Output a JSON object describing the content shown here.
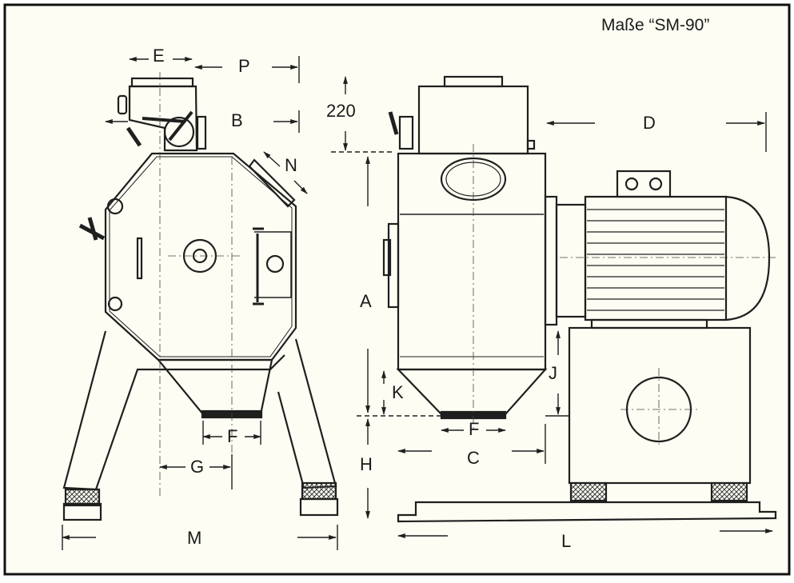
{
  "title": "Maße “SM-90”",
  "colors": {
    "background": "#fdfdf3",
    "ink": "#1f1f1f",
    "frame": "#111111"
  },
  "labels": {
    "E": "E",
    "P": "P",
    "B": "B",
    "N": "N",
    "dim_220": "220",
    "D": "D",
    "A": "A",
    "J": "J",
    "K": "K",
    "F_left": "F",
    "F_right": "F",
    "G": "G",
    "H": "H",
    "C": "C",
    "M": "M",
    "L": "L"
  }
}
